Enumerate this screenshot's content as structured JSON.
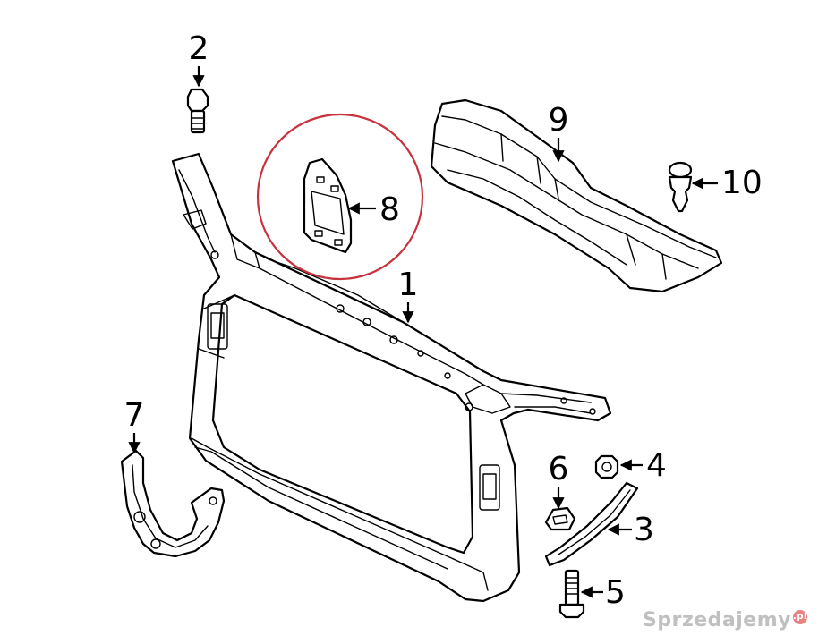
{
  "callouts": {
    "c1": "1",
    "c2": "2",
    "c3": "3",
    "c4": "4",
    "c5": "5",
    "c6": "6",
    "c7": "7",
    "c8": "8",
    "c9": "9",
    "c10": "10"
  },
  "highlight_color": "#c8323c",
  "watermark": {
    "text": "Sprzedajemy",
    "suffix": ".pl"
  }
}
